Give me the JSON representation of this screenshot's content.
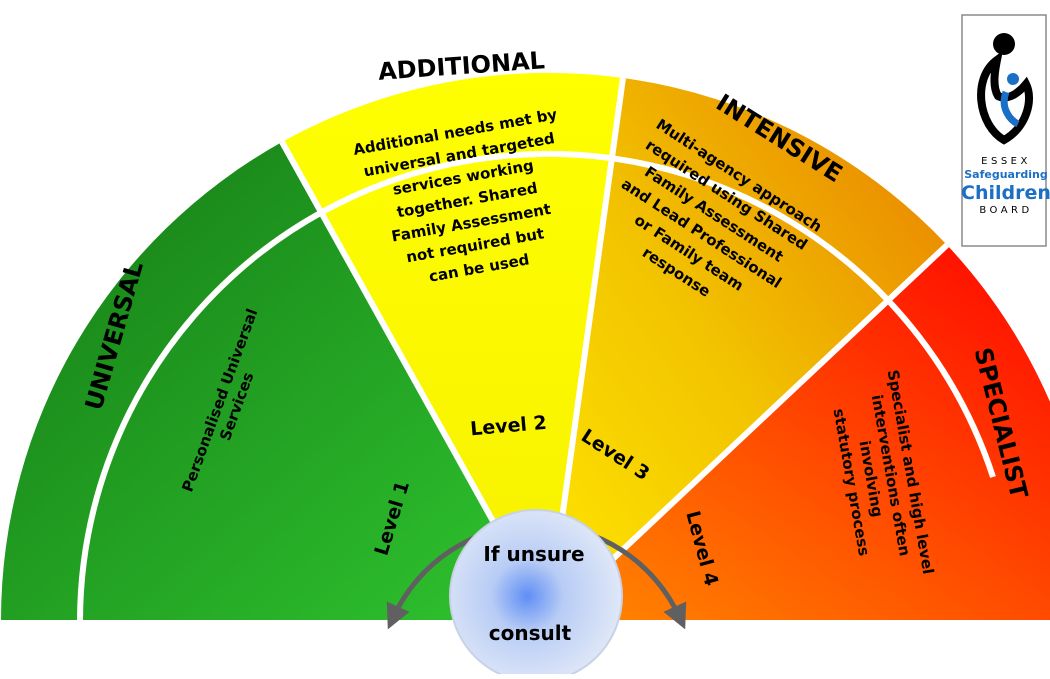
{
  "bands": {
    "universal": {
      "title": "UNIVERSAL",
      "description": "Personalised Universal\nServices",
      "level": "Level  1"
    },
    "additional": {
      "title": "ADDITIONAL",
      "description": "Additional  needs met by\nuniversal and targeted\nservices working\ntogether. Shared\nFamily Assessment\nnot required but\ncan be used",
      "level": "Level  2"
    },
    "intensive": {
      "title": "INTENSIVE",
      "description": "Multi-agency approach\nrequired using Shared\nFamily Assessment\nand Lead Professional\nor Family team\nresponse",
      "level": "Level  3"
    },
    "specialist": {
      "title": "SPECIALIST",
      "description": "Specialist and high level\ninterventions often\ninvolving\nstatutory process",
      "level": "Level  4"
    }
  },
  "center": {
    "line1": "If unsure",
    "line2": "consult"
  },
  "logo": {
    "top": "ESSEX",
    "middle": "Safeguarding",
    "main": "Children",
    "bottom": "BOARD"
  },
  "colors": {
    "universal": "#1f9a1f",
    "additional": "#ffff00",
    "intensive": "#f2b800",
    "specialist": "#ff2200",
    "arrow": "#606060",
    "logo_blue": "#1b6fc4"
  }
}
